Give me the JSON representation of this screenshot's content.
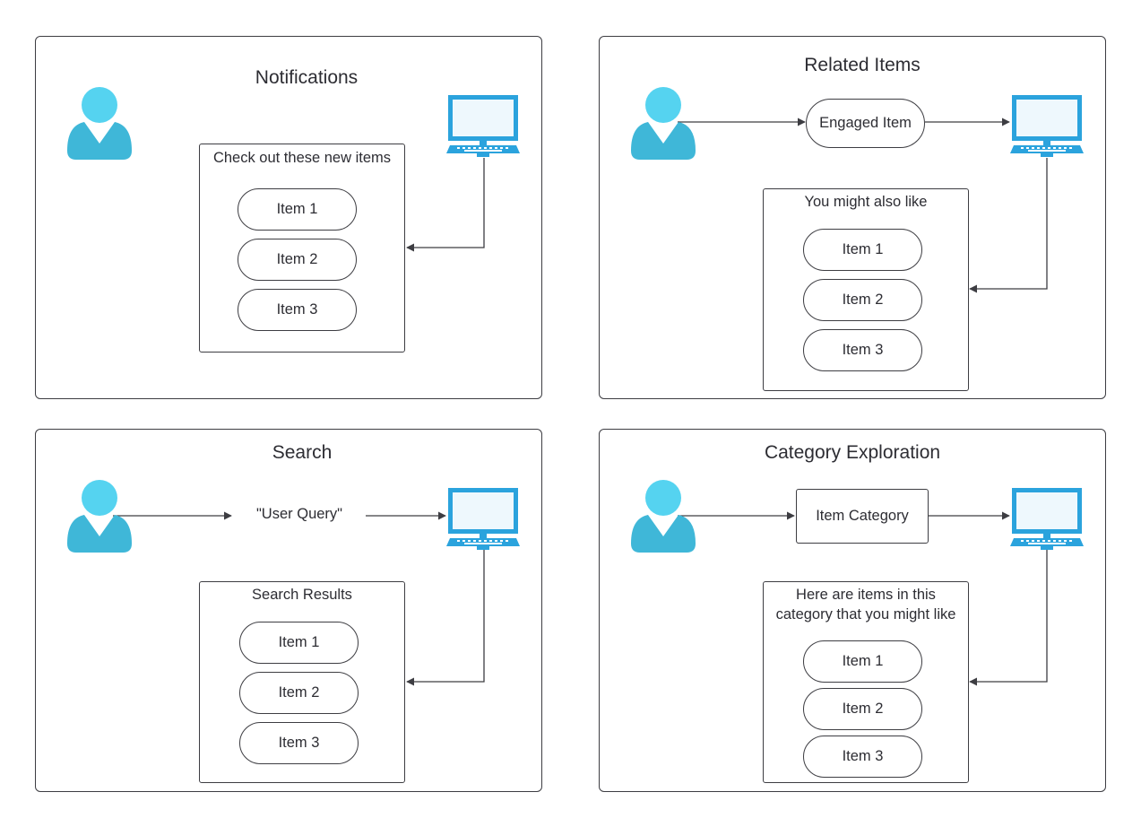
{
  "colors": {
    "person": "#4fc8e6",
    "person_dark": "#3aa9cc",
    "computer": "#2ba3dd",
    "stroke": "#3d3d42"
  },
  "icons": {
    "user": "user-icon",
    "computer": "computer-icon"
  },
  "notifications": {
    "title": "Notifications",
    "box_title": "Check out these new items",
    "items": [
      "Item 1",
      "Item 2",
      "Item 3"
    ]
  },
  "related": {
    "title": "Related Items",
    "engaged": "Engaged Item",
    "box_title": "You might also like",
    "items": [
      "Item 1",
      "Item 2",
      "Item 3"
    ]
  },
  "search": {
    "title": "Search",
    "query": "\"User Query\"",
    "box_title": "Search Results",
    "items": [
      "Item 1",
      "Item 2",
      "Item 3"
    ]
  },
  "category": {
    "title": "Category Exploration",
    "category_label": "Item Category",
    "box_title_line1": "Here are items in this",
    "box_title_line2": "category that you might like",
    "items": [
      "Item 1",
      "Item 2",
      "Item 3"
    ]
  }
}
